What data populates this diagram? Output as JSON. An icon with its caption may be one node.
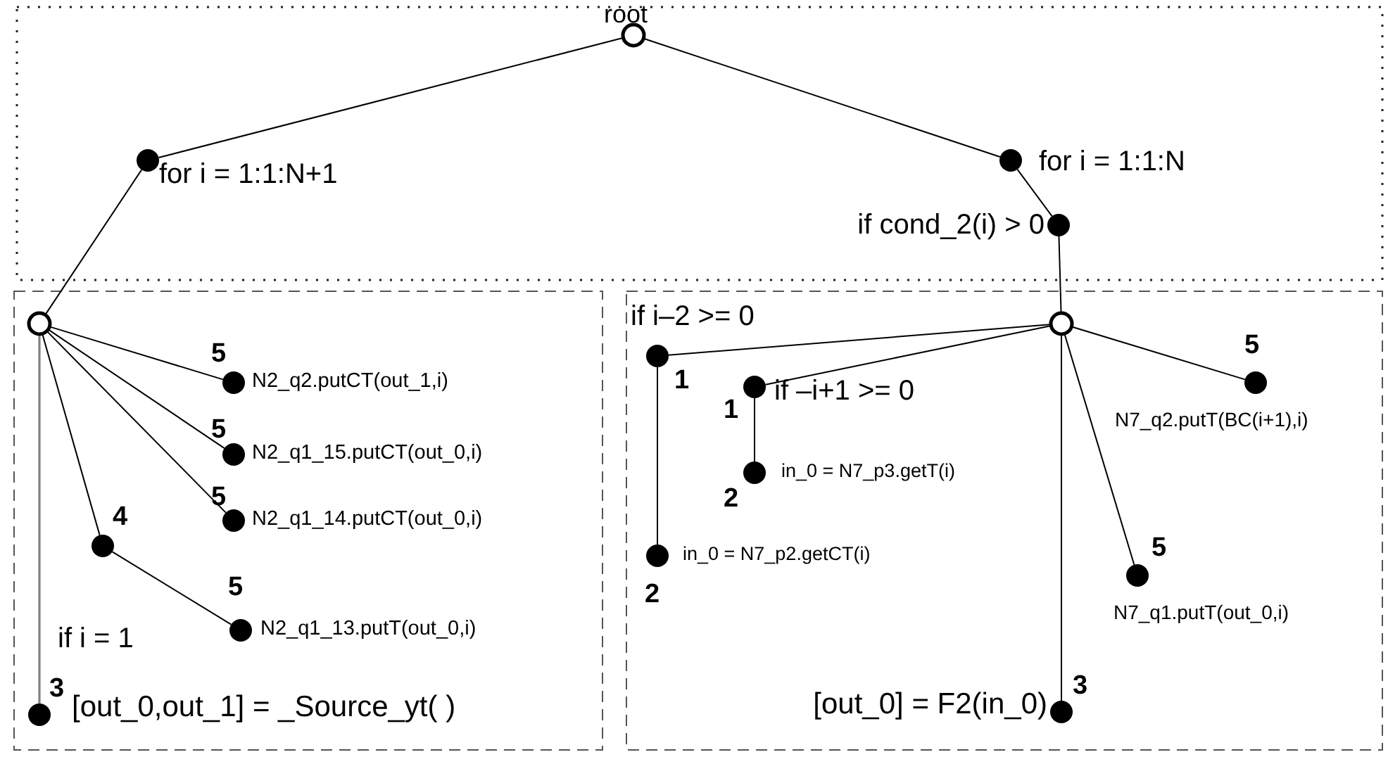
{
  "diagram": {
    "nodes": [
      {
        "text": [
          "root"
        ]
      },
      {
        "text": [
          "for i = 1:1:N+1"
        ]
      },
      {
        "text": [
          "for i = 1:1:N"
        ]
      },
      {
        "text": [
          "if cond_2(i) > 0"
        ]
      },
      {
        "text": [],
        "shape": "circle"
      },
      {
        "text": [
          "N2_q2.putCT(out_1,i)"
        ],
        "beside": [
          "5"
        ]
      },
      {
        "text": [
          "N2_q1_15.putCT(out_0,i)"
        ],
        "beside": [
          "5"
        ]
      },
      {
        "text": [
          "N2_q1_14.putCT(out_0,i)"
        ],
        "beside": [
          "5"
        ]
      },
      {
        "text": [
          "if i = 1"
        ],
        "beside": [
          "4"
        ]
      },
      {
        "text": [
          "N2_q1_13.putT(out_0,i)"
        ],
        "beside": [
          "5"
        ]
      },
      {
        "text": [
          "[out_0,out_1] = _Source_yt( )"
        ],
        "beside": [
          "3"
        ]
      },
      {
        "text": [],
        "shape": "circle"
      },
      {
        "text": [
          "if i–2 >= 0"
        ],
        "beside": [
          "1"
        ]
      },
      {
        "text": [
          "in_0 = N7_p2.getCT(i)"
        ],
        "beside": [
          "2"
        ]
      },
      {
        "text": [
          "if –i+1 >= 0"
        ],
        "beside": [
          "1"
        ]
      },
      {
        "text": [
          "in_0 = N7_p3.getT(i)"
        ],
        "beside": [
          "2"
        ]
      },
      {
        "text": [
          "N7_q2.putT(BC(i+1),i)"
        ],
        "beside": [
          "5"
        ]
      },
      {
        "text": [
          "N7_q1.putT(out_0,i)"
        ],
        "beside": [
          "5"
        ]
      },
      {
        "text": [
          "[out_0] = F2(in_0)"
        ],
        "beside": [
          "3"
        ]
      }
    ],
    "edges": [
      {
        "from": 0,
        "to": 1,
        "arrow": "none"
      },
      {
        "from": 0,
        "to": 2,
        "arrow": "none"
      },
      {
        "from": 2,
        "to": 3,
        "arrow": "none"
      },
      {
        "from": 1,
        "to": 4,
        "arrow": "none"
      },
      {
        "from": 3,
        "to": 11,
        "arrow": "none"
      },
      {
        "from": 4,
        "to": 5,
        "arrow": "none"
      },
      {
        "from": 4,
        "to": 6,
        "arrow": "none"
      },
      {
        "from": 4,
        "to": 7,
        "arrow": "none"
      },
      {
        "from": 4,
        "to": 8,
        "arrow": "none"
      },
      {
        "from": 8,
        "to": 9,
        "arrow": "none"
      },
      {
        "from": 4,
        "to": 10,
        "arrow": "none",
        "color": "#808080"
      },
      {
        "from": 11,
        "to": 12,
        "arrow": "none"
      },
      {
        "from": 12,
        "to": 13,
        "arrow": "none"
      },
      {
        "from": 11,
        "to": 14,
        "arrow": "none"
      },
      {
        "from": 14,
        "to": 15,
        "arrow": "none"
      },
      {
        "from": 11,
        "to": 16,
        "arrow": "none"
      },
      {
        "from": 11,
        "to": 17,
        "arrow": "none"
      },
      {
        "from": 11,
        "to": 18,
        "arrow": "none"
      }
    ]
  }
}
